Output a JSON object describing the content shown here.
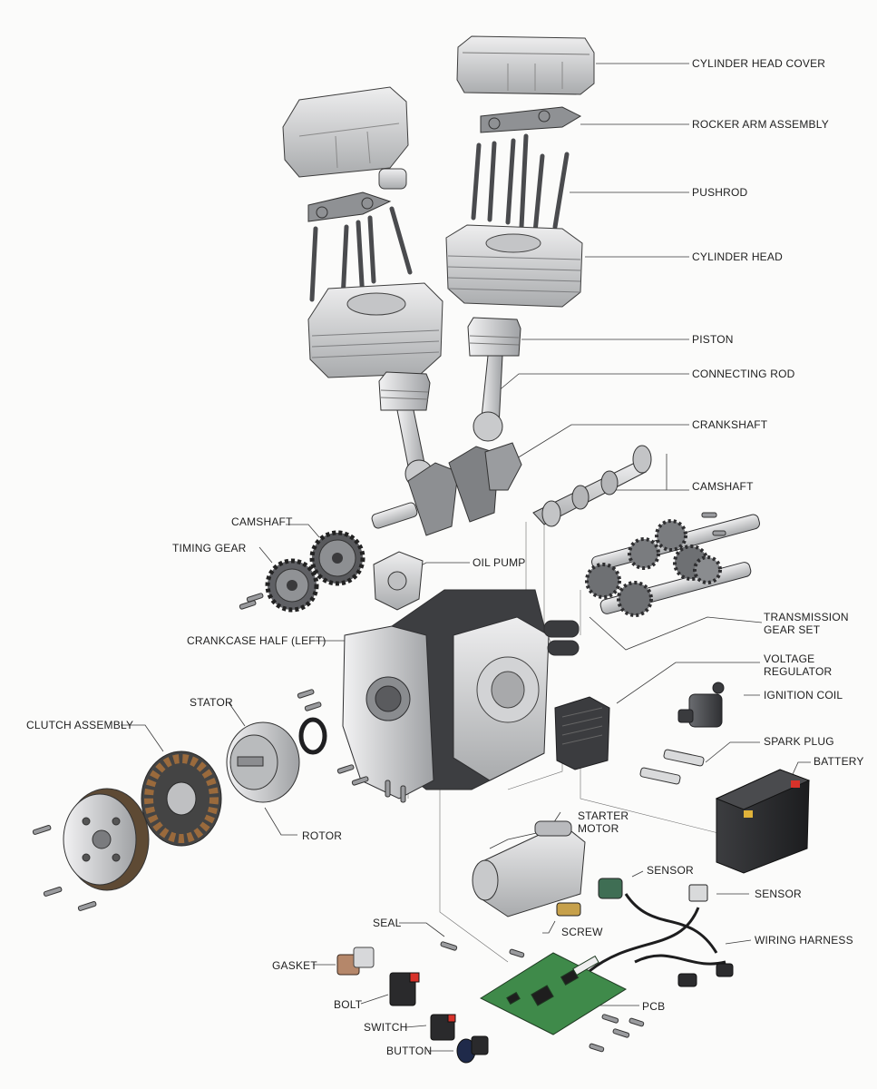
{
  "labels": {
    "cylinder_head_cover": "CYLINDER HEAD COVER",
    "rocker_arm_assembly": "ROCKER ARM ASSEMBLY",
    "pushrod": "PUSHROD",
    "cylinder_head": "CYLINDER HEAD",
    "piston": "PISTON",
    "connecting_rod": "CONNECTING ROD",
    "crankshaft": "CRANKSHAFT",
    "camshaft_right": "CAMSHAFT",
    "camshaft_left": "CAMSHAFT",
    "timing_gear": "TIMING GEAR",
    "oil_pump": "OIL PUMP",
    "transmission_gear_set": "TRANSMISSION\nGEAR SET",
    "crankcase_half_left": "CRANKCASE HALF (LEFT)",
    "voltage_regulator": "VOLTAGE\nREGULATOR",
    "ignition_coil": "IGNITION COIL",
    "stator": "STATOR",
    "spark_plug": "SPARK PLUG",
    "clutch_assembly": "CLUTCH ASSEMBLY",
    "battery": "BATTERY",
    "starter_motor": "STARTER\nMOTOR",
    "rotor": "ROTOR",
    "sensor_1": "SENSOR",
    "sensor_2": "SENSOR",
    "seal": "SEAL",
    "screw": "SCREW",
    "wiring_harness": "WIRING HARNESS",
    "gasket": "GASKET",
    "bolt": "BOLT",
    "pcb": "PCB",
    "switch": "SWITCH",
    "button": "BUTTON"
  },
  "colors": {
    "metal_light": "#d9dadb",
    "metal_mid": "#b7b9bb",
    "metal_dark": "#55575a",
    "battery_body": "#2b2c2e",
    "battery_terminal_red": "#d8322a",
    "pcb_green": "#3f8a4a",
    "stator_copper": "#9a6a3c",
    "leader_line": "#3a3a3a"
  }
}
